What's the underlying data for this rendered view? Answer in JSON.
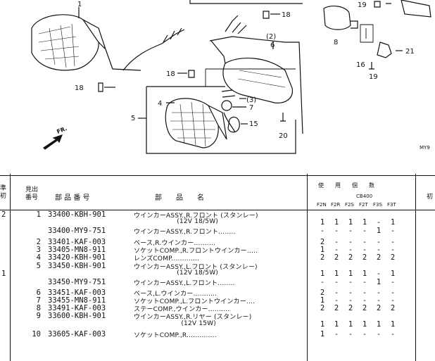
{
  "diagram": {
    "callouts": [
      "1",
      "18",
      "18",
      "18",
      "5",
      "4",
      "3",
      "7",
      "(2)",
      "6",
      "15",
      "20",
      "8",
      "16",
      "19",
      "19",
      "21"
    ],
    "arrow_label": "FR.",
    "code": "MY9"
  },
  "table": {
    "headers": {
      "hist": "準\n初",
      "ref": "見出\n番号",
      "part_number": "部 品 番 号",
      "description": "部　　品　　名",
      "usage": "使　　用　　個　　数",
      "model": "CB400",
      "variants": [
        "F2N",
        "F2R",
        "F2S",
        "F2T",
        "F3S",
        "F3T"
      ],
      "first": "初"
    },
    "rows": [
      {
        "hist": "2",
        "ref": "1",
        "pn": "33400-KBH-901",
        "desc": "ウインカーASSY.,R.フロント (スタンレー)",
        "q": [
          "",
          "",
          "",
          "",
          "",
          ""
        ]
      },
      {
        "hist": "",
        "ref": "",
        "pn": "",
        "desc": "                    (12V 18/5W)",
        "q": [
          "1",
          "1",
          "1",
          "1",
          "-",
          "1"
        ]
      },
      {
        "hist": "",
        "ref": "",
        "pn": "33400-MY9-751",
        "desc": "ウインカーASSY.,R.フロント........",
        "q": [
          "-",
          "-",
          "-",
          "-",
          "1",
          "-"
        ]
      },
      {
        "hist": "",
        "ref": "2",
        "pn": "33401-KAF-003",
        "desc": "ベース,R.ウインカー..........",
        "q": [
          "2",
          "-",
          "-",
          "-",
          "-",
          "-"
        ]
      },
      {
        "hist": "",
        "ref": "3",
        "pn": "33405-MN8-911",
        "desc": "ソケットCOMP.,R.フロントウインカー.....",
        "q": [
          "1",
          "-",
          "-",
          "-",
          "-",
          "-"
        ]
      },
      {
        "hist": "",
        "ref": "4",
        "pn": "33420-KBH-901",
        "desc": "レンズCOMP.............",
        "q": [
          "2",
          "2",
          "2",
          "2",
          "2",
          "2"
        ]
      },
      {
        "hist": "",
        "ref": "5",
        "pn": "33450-KBH-901",
        "desc": "ウインカーASSY.,L.フロント (スタンレー)",
        "q": [
          "",
          "",
          "",
          "",
          "",
          ""
        ]
      },
      {
        "hist": "1",
        "ref": "",
        "pn": "",
        "desc": "                    (12V 18/5W)",
        "q": [
          "1",
          "1",
          "1",
          "1",
          "-",
          "1"
        ]
      },
      {
        "hist": "",
        "ref": "",
        "pn": "33450-MY9-751",
        "desc": "ウインカーASSY.,L.フロント........",
        "q": [
          "-",
          "-",
          "-",
          "-",
          "1",
          "-"
        ]
      },
      {
        "hist": "",
        "ref": "6",
        "pn": "33451-KAF-003",
        "desc": "ベース,L.ウインカー...........",
        "q": [
          "2",
          "-",
          "-",
          "-",
          "-",
          "-"
        ]
      },
      {
        "hist": "",
        "ref": "7",
        "pn": "33455-MN8-911",
        "desc": "ソケットCOMP.,L.フロントウインカー....",
        "q": [
          "1",
          "-",
          "-",
          "-",
          "-",
          "-"
        ]
      },
      {
        "hist": "",
        "ref": "8",
        "pn": "33491-KAF-003",
        "desc": "ステーCOMP.,ウインカー..........",
        "q": [
          "2",
          "2",
          "2",
          "2",
          "2",
          "2"
        ]
      },
      {
        "hist": "",
        "ref": "9",
        "pn": "33600-KBH-901",
        "desc": "ウインカーASSY.,R.リヤー (スタンレー)",
        "q": [
          "",
          "",
          "",
          "",
          "",
          ""
        ]
      },
      {
        "hist": "",
        "ref": "",
        "pn": "",
        "desc": "                      (12V 15W)",
        "q": [
          "1",
          "1",
          "1",
          "1",
          "1",
          "1"
        ]
      },
      {
        "hist": "",
        "ref": "10",
        "pn": "33605-KAF-003",
        "desc": "ソケットCOMP.,R..............",
        "q": [
          "1",
          "-",
          "-",
          "-",
          "-",
          "-"
        ]
      }
    ]
  }
}
